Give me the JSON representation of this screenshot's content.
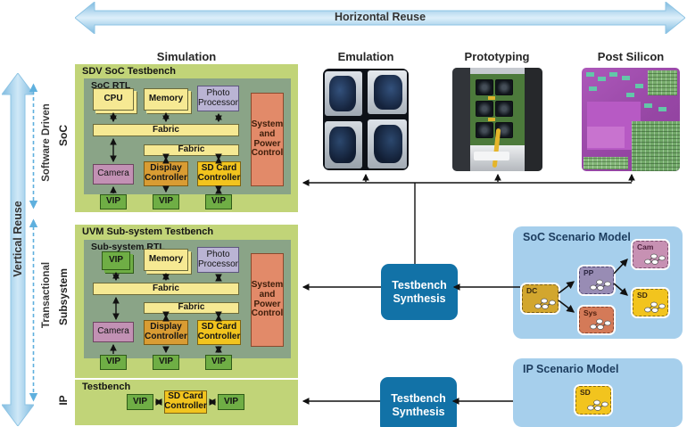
{
  "header": {
    "horizontal_reuse": "Horizontal Reuse",
    "columns": {
      "simulation": "Simulation",
      "emulation": "Emulation",
      "prototyping": "Prototyping",
      "post_silicon": "Post Silicon"
    }
  },
  "left_rail": {
    "vertical_reuse": "Vertical Reuse",
    "software_driven": "Software Driven",
    "transactional": "Transactional",
    "rows": {
      "soc": "SoC",
      "subsystem": "Subsystem",
      "ip": "IP"
    }
  },
  "soc_testbench": {
    "title": "SDV SoC Testbench",
    "rtl_title": "SoC RTL",
    "blocks": {
      "cpu": "CPU",
      "memory": "Memory",
      "photo_processor": "Photo Processor",
      "fabric": "Fabric",
      "camera": "Camera",
      "display_controller": "Display Controller",
      "sd_card_controller": "SD Card Controller",
      "system_power": "System and Power Control",
      "vip": "VIP"
    }
  },
  "subsystem_testbench": {
    "title": "UVM Sub-system Testbench",
    "rtl_title": "Sub-system RTL",
    "blocks": {
      "vip_top": "VIP",
      "memory": "Memory",
      "photo_processor": "Photo Processor",
      "fabric": "Fabric",
      "camera": "Camera",
      "display_controller": "Display Controller",
      "sd_card_controller": "SD Card Controller",
      "system_power": "System and Power Control",
      "vip": "VIP"
    }
  },
  "ip_testbench": {
    "title": "Testbench",
    "vip_left": "VIP",
    "sd_card_controller": "SD Card Controller",
    "vip_right": "VIP"
  },
  "synthesis": {
    "top_label": "Testbench Synthesis",
    "bottom_label": "Testbench Synthesis"
  },
  "soc_scenario_model": {
    "title": "SoC Scenario Model",
    "nodes": {
      "dc": "DC",
      "pp": "PP",
      "sys": "Sys",
      "cam": "Cam",
      "sd": "SD"
    }
  },
  "ip_scenario_model": {
    "title": "IP Scenario Model",
    "node_sd": "SD"
  },
  "photos": {
    "emulation": "emulator-hardware-photo",
    "prototyping": "prototyping-rack-photo",
    "post_silicon": "silicon-die-photo"
  },
  "colors": {
    "panel_green": "#c1d478",
    "rtl_green": "#8aa487",
    "block_yellow": "#f6e993",
    "lavender": "#bab4d4",
    "mauve": "#c291b4",
    "orange": "#d99c33",
    "gold": "#f2c41e",
    "salmon": "#e28a69",
    "vip_green": "#6fae45",
    "synthesis_blue": "#1272a7",
    "scenario_blue": "#a6cfec",
    "reuse_arrow_blue": "#8fc4e6",
    "node_dc": "#d2a62e",
    "node_pp": "#988cb4",
    "node_sys": "#d47a58",
    "node_cam": "#c791b3",
    "node_sd": "#f2c41e"
  }
}
